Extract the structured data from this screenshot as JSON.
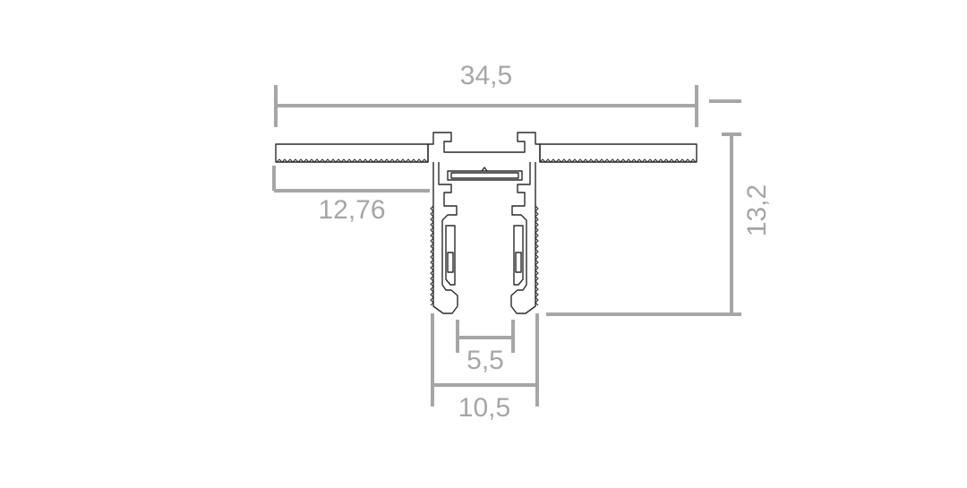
{
  "dimensions": {
    "overall_width": "34,5",
    "flange_width": "12,76",
    "height": "13,2",
    "inner_opening": "5,5",
    "outer_body_width": "10,5"
  },
  "colors": {
    "dimension": "#a6a6a6",
    "outline": "#2a2a2a",
    "background": "#ffffff"
  }
}
